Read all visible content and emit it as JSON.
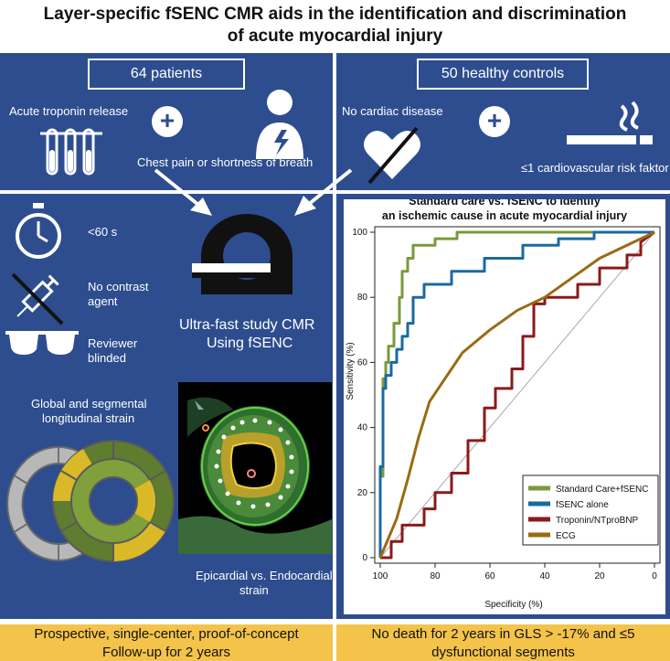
{
  "title": {
    "line1": "Layer-specific fSENC CMR aids in the identification and discrimination",
    "line2": "of acute myocardial injury"
  },
  "left_top": {
    "box": "64 patients",
    "item1": "Acute troponin release",
    "item2": "Chest pain or shortness of breath"
  },
  "right_top": {
    "box": "50 healthy controls",
    "item1": "No cardiac disease",
    "item2": "≤1 cardiovascular risk faktor"
  },
  "left_bot": {
    "time": "<60 s",
    "contrast_1": "No contrast",
    "contrast_2": "agent",
    "reviewer_1": "Reviewer",
    "reviewer_2": "blinded",
    "study_1": "Ultra-fast study CMR",
    "study_2": "Using fSENC",
    "strain_1": "Global and segmental",
    "strain_2": "longitudinal strain",
    "epi_1": "Epicardial vs. Endocardial",
    "epi_2": "strain"
  },
  "footer": {
    "left_1": "Prospective, single-center, proof-of-concept",
    "left_2": "Follow-up for 2 years",
    "right_1": "No death for 2 years in GLS > -17% and ≤5",
    "right_2": "dysfunctional segments"
  },
  "colors": {
    "panel": "#2d4d8e",
    "footer": "#f4c34a"
  },
  "chart_data": {
    "type": "line",
    "title_line1": "Standard care vs. fSENC to identify",
    "title_line2": "an ischemic cause in acute myocardial injury",
    "xlabel": "Specificity (%)",
    "ylabel": "Sensitivity (%)",
    "xlim": [
      100,
      0
    ],
    "ylim": [
      0,
      100
    ],
    "x_ticks": [
      100,
      80,
      60,
      40,
      20,
      0
    ],
    "y_ticks": [
      0,
      20,
      40,
      60,
      80,
      100
    ],
    "legend_position": "bottom-right",
    "series": [
      {
        "name": "Standard Care+fSENC",
        "color": "#7a9a3a",
        "x": [
          100,
          100,
          99,
          99,
          98,
          98,
          97,
          97,
          95,
          95,
          93,
          93,
          92,
          92,
          90,
          90,
          88,
          88,
          80,
          80,
          72,
          72,
          0
        ],
        "y": [
          0,
          25,
          25,
          55,
          55,
          60,
          60,
          65,
          65,
          72,
          72,
          80,
          80,
          88,
          88,
          92,
          92,
          96,
          96,
          98,
          98,
          100,
          100
        ]
      },
      {
        "name": "fSENC alone",
        "color": "#1a6aa0",
        "x": [
          100,
          100,
          99,
          99,
          98,
          98,
          96,
          96,
          94,
          94,
          92,
          92,
          90,
          90,
          88,
          88,
          84,
          84,
          74,
          74,
          62,
          62,
          48,
          48,
          35,
          35,
          22,
          22,
          0
        ],
        "y": [
          0,
          28,
          28,
          52,
          52,
          56,
          56,
          60,
          60,
          64,
          64,
          68,
          68,
          72,
          72,
          80,
          80,
          84,
          84,
          88,
          88,
          92,
          92,
          96,
          96,
          98,
          98,
          100,
          100
        ]
      },
      {
        "name": "Troponin/NTproBNP",
        "color": "#8b1a1a",
        "x": [
          100,
          96,
          96,
          92,
          92,
          84,
          84,
          80,
          80,
          74,
          74,
          68,
          68,
          62,
          62,
          58,
          58,
          52,
          52,
          48,
          48,
          44,
          44,
          40,
          40,
          28,
          28,
          20,
          20,
          10,
          10,
          5,
          5,
          0
        ],
        "y": [
          0,
          0,
          5,
          5,
          10,
          10,
          15,
          15,
          20,
          20,
          26,
          26,
          36,
          36,
          46,
          46,
          52,
          52,
          58,
          58,
          68,
          68,
          78,
          78,
          80,
          80,
          84,
          84,
          89,
          89,
          93,
          93,
          97,
          100
        ]
      },
      {
        "name": "ECG",
        "color": "#9a6a14",
        "x": [
          100,
          94,
          90,
          86,
          82,
          78,
          74,
          70,
          60,
          50,
          40,
          30,
          20,
          10,
          0
        ],
        "y": [
          0,
          12,
          24,
          37,
          48,
          53,
          58,
          63,
          70,
          76,
          80,
          86,
          92,
          96,
          100
        ]
      }
    ]
  }
}
